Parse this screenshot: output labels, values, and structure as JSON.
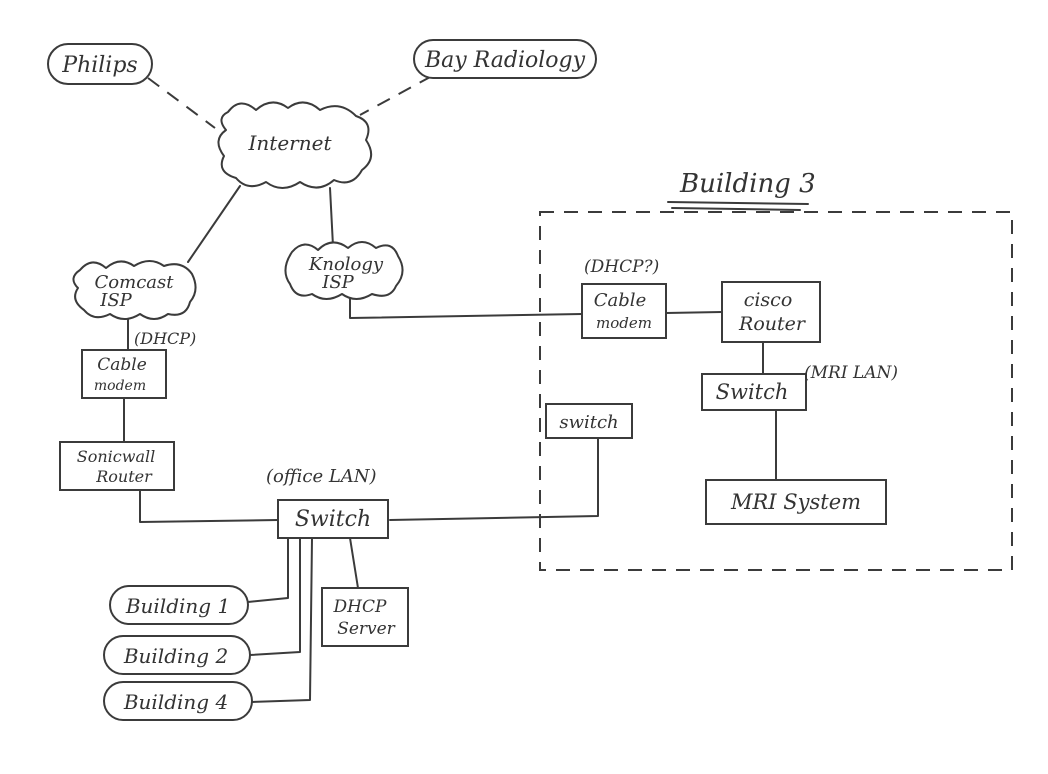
{
  "colors": {
    "ink": "#3b3b3b",
    "paper": "#ffffff"
  },
  "title": "Building 3",
  "nodes": {
    "philips": "Philips",
    "bay_radiology": "Bay Radiology",
    "internet": "Internet",
    "comcast": [
      "Comcast",
      "ISP"
    ],
    "knology": [
      "Knology",
      "ISP"
    ],
    "dhcp_note_left": "(DHCP)",
    "cable_modem_left": [
      "Cable",
      "modem"
    ],
    "sonicwall": [
      "Sonicwall",
      "Router"
    ],
    "office_lan_note": "(office LAN)",
    "switch_office": "Switch",
    "building1": "Building 1",
    "building2": "Building 2",
    "building4": "Building 4",
    "dhcp_server": [
      "DHCP",
      "Server"
    ],
    "dhcp_note_right": "(DHCP?)",
    "cable_modem_right": [
      "Cable",
      "modem"
    ],
    "cisco_router": [
      "cisco",
      "Router"
    ],
    "switch_mri": "Switch",
    "mri_lan_note": "(MRI LAN)",
    "switch_b3": "switch",
    "mri_system": "MRI System"
  }
}
